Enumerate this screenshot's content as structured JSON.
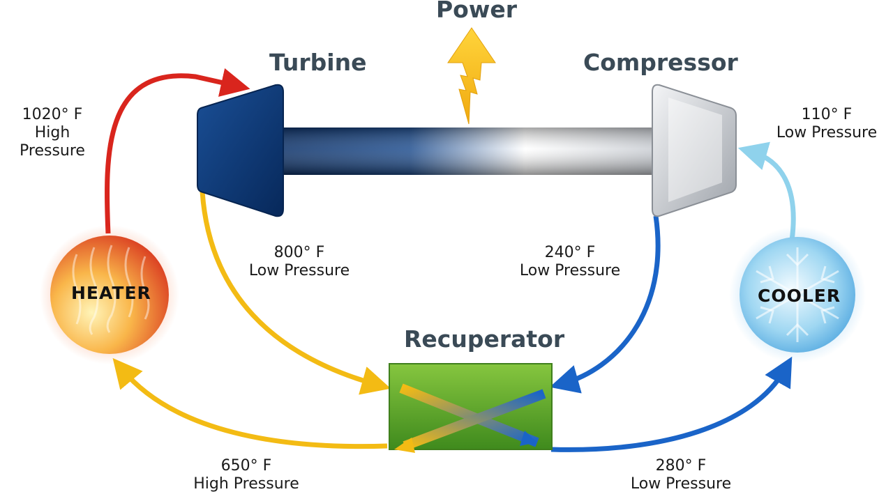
{
  "titles": {
    "power": "Power",
    "turbine": "Turbine",
    "compressor": "Compressor",
    "recuperator": "Recuperator"
  },
  "units": {
    "heater": "HEATER",
    "cooler": "COOLER"
  },
  "flows": {
    "heater_to_turbine": {
      "temp": "1020° F",
      "pressure": "High Pressure",
      "color": "#d9251d"
    },
    "turbine_to_recuperator": {
      "temp": "800° F",
      "pressure": "Low Pressure",
      "color": "#f3bb14"
    },
    "compressor_to_recuperator": {
      "temp": "240° F",
      "pressure": "Low Pressure",
      "color": "#1a64c8"
    },
    "cooler_to_compressor": {
      "temp": "110° F",
      "pressure": "Low Pressure",
      "color": "#8fd2ec"
    },
    "recuperator_to_heater": {
      "temp": "650° F",
      "pressure": "High Pressure",
      "color": "#f3bb14"
    },
    "recuperator_to_cooler": {
      "temp": "280° F",
      "pressure": "Low Pressure",
      "color": "#1a64c8"
    }
  },
  "colors": {
    "turbine": "#0d3b7a",
    "compressor": "#c9ccd1",
    "recuperator": "#62ad2c",
    "power_bolt": "#f6c21a"
  }
}
